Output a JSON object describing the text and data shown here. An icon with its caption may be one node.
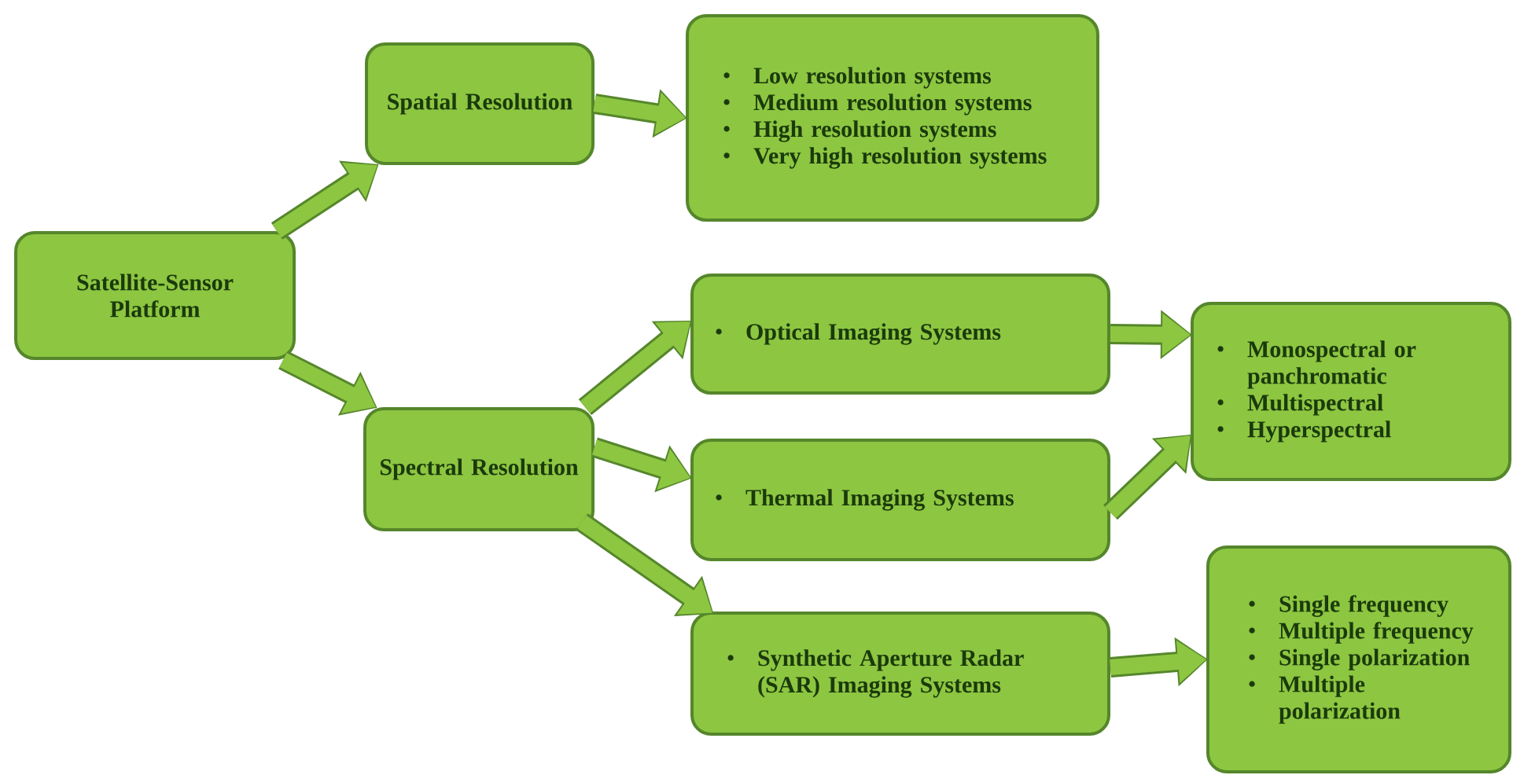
{
  "diagram": {
    "nodes": [
      {
        "text": [
          "Satellite-Sensor Platform"
        ]
      },
      {
        "text": [
          "Spatial Resolution"
        ]
      },
      {
        "text": [
          "Low resolution systems",
          "Medium resolution systems",
          "High resolution systems",
          "Very high resolution systems"
        ]
      },
      {
        "text": [
          "Optical Imaging Systems"
        ]
      },
      {
        "text": [
          "Spectral Resolution"
        ]
      },
      {
        "text": [
          "Thermal Imaging Systems"
        ]
      },
      {
        "text": [
          "Monospectral or panchromatic",
          "Multispectral",
          "Hyperspectral"
        ]
      },
      {
        "text": [
          "Synthetic Aperture Radar (SAR) Imaging Systems"
        ]
      },
      {
        "text": [
          "Single frequency",
          "Multiple frequency",
          "Single polarization",
          "Multiple polarization"
        ]
      }
    ],
    "edges": [
      {
        "from": 0,
        "to": 1,
        "arrow": "to"
      },
      {
        "from": 0,
        "to": 4,
        "arrow": "to"
      },
      {
        "from": 1,
        "to": 2,
        "arrow": "to"
      },
      {
        "from": 4,
        "to": 3,
        "arrow": "to"
      },
      {
        "from": 4,
        "to": 5,
        "arrow": "to"
      },
      {
        "from": 4,
        "to": 7,
        "arrow": "to"
      },
      {
        "from": 3,
        "to": 6,
        "arrow": "to"
      },
      {
        "from": 5,
        "to": 6,
        "arrow": "to"
      },
      {
        "from": 7,
        "to": 8,
        "arrow": "to"
      }
    ]
  }
}
